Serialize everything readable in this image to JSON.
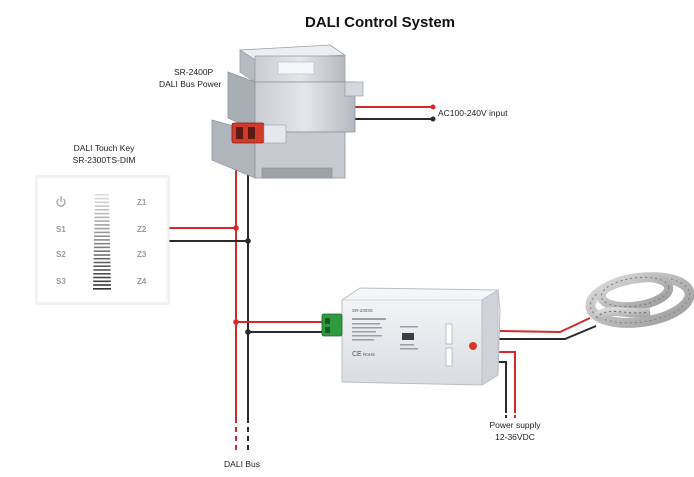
{
  "diagram": {
    "title": "DALI  Control  System",
    "power_supply": {
      "model": "SR-2400P",
      "name": "DALI Bus Power"
    },
    "ac_input": "AC100-240V input",
    "touch_key": {
      "name": "DALI Touch Key",
      "model": "SR-2300TS-DIM",
      "left_labels": [
        "S1",
        "S2",
        "S3"
      ],
      "right_labels": [
        "Z1",
        "Z2",
        "Z3",
        "Z4"
      ]
    },
    "dimmer": {
      "model": "SR-2303S",
      "rohs": "RoHS"
    },
    "power_label": [
      "Power supply",
      "12-36VDC"
    ],
    "bus_label": "DALI Bus"
  },
  "colors": {
    "red_wire": "#d42a2a",
    "black_wire": "#2a2a2a",
    "terminal_green": "#2e9a3e",
    "terminal_red": "#d23a2a"
  }
}
